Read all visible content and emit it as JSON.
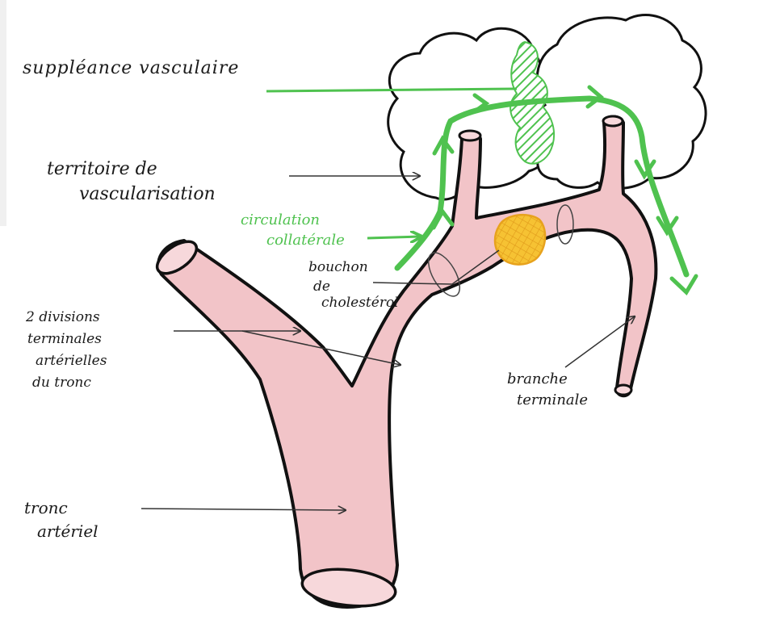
{
  "labels": {
    "suppleance": "suppléance vasculaire",
    "territoire_line1": "territoire de",
    "territoire_line2": "vascularisation",
    "circulation_line1": "circulation",
    "circulation_line2": "collatérale",
    "bouchon_line1": "bouchon",
    "bouchon_line2": "de",
    "bouchon_line3": "cholestérol",
    "divisions_line1": "2 divisions",
    "divisions_line2": "terminales",
    "divisions_line3": "artérielles",
    "divisions_line4": "du tronc",
    "branche_line1": "branche",
    "branche_line2": "terminale",
    "tronc_line1": "tronc",
    "tronc_line2": "artériel"
  },
  "colors": {
    "artery_fill": "#f2c4c8",
    "artery_stroke": "#111111",
    "collateral_green": "#4fc24f",
    "cholesterol_yellow": "#f6c233",
    "territory_fill": "#ffffff"
  }
}
